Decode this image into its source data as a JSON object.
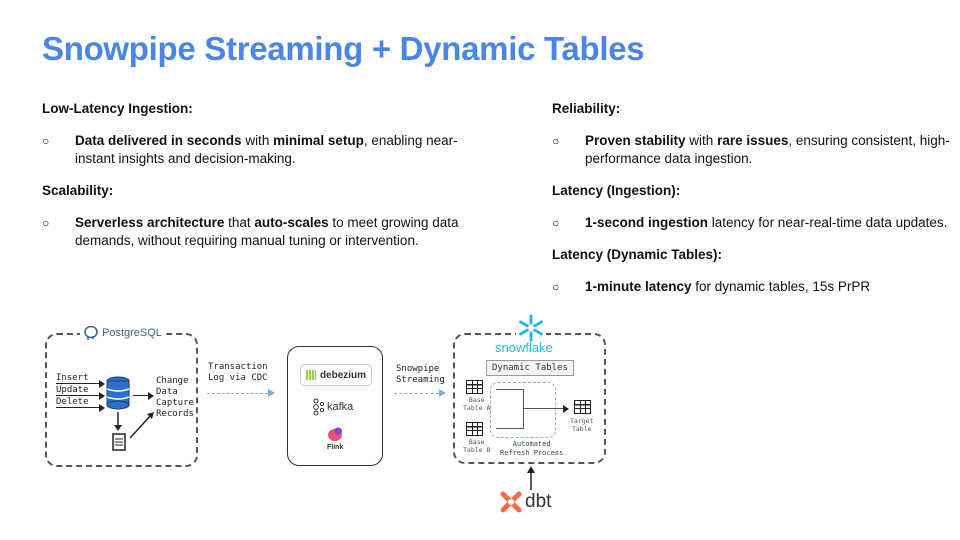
{
  "title": "Snowpipe Streaming + Dynamic Tables",
  "left": {
    "sections": [
      {
        "heading": "Low-Latency Ingestion:",
        "bullet": {
          "b1": "Data delivered in seconds",
          "t1": " with ",
          "b2": "minimal setup",
          "t2": ", enabling near-instant insights and decision-making."
        }
      },
      {
        "heading": "Scalability:",
        "bullet": {
          "b1": "Serverless architecture",
          "t1": " that ",
          "b2": "auto-scales",
          "t2": " to meet growing data demands, without requiring manual tuning or intervention."
        }
      }
    ]
  },
  "right": {
    "sections": [
      {
        "heading": "Reliability:",
        "bullet": {
          "b1": "Proven stability",
          "t1": " with ",
          "b2": "rare issues",
          "t2": ", ensuring consistent, high-performance data ingestion."
        }
      },
      {
        "heading": "Latency (Ingestion):",
        "bullet": {
          "b1": "1-second ingestion",
          "t1": " latency for near-real-time data updates."
        }
      },
      {
        "heading": "Latency (Dynamic Tables):",
        "bullet": {
          "b1": "1-minute latency",
          "t1": " for dynamic tables, 15s PrPR"
        }
      }
    ]
  },
  "bullet_char": "○",
  "diagram": {
    "postgres": "PostgreSQL",
    "ops": [
      "Insert",
      "Update",
      "Delete"
    ],
    "cdc": [
      "Change",
      "Data",
      "Capture",
      "Records"
    ],
    "transaction_log": [
      "Transaction",
      "Log via CDC"
    ],
    "debezium": "debezium",
    "kafka": "kafka",
    "flink": "Flink",
    "snowpipe": [
      "Snowpipe",
      "Streaming"
    ],
    "snowflake": "snowflake",
    "dynamic_tables": "Dynamic Tables",
    "base_a": [
      "Base",
      "Table A"
    ],
    "base_b": [
      "Base",
      "Table B"
    ],
    "target": [
      "Target",
      "Table"
    ],
    "refresh": [
      "Automated",
      "Refresh Process"
    ],
    "dbt": "dbt"
  },
  "colors": {
    "title": "#4a86e8",
    "arrow": "#7aaedc",
    "db": "#2a6fc9",
    "dbt": "#ff694a",
    "snowflake": "#29b5e8"
  }
}
